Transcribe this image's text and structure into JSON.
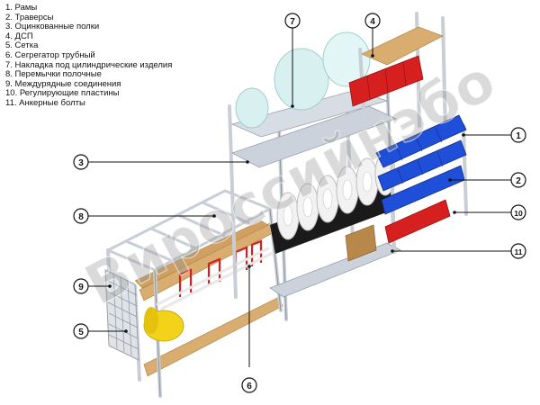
{
  "legend": {
    "items": [
      "1. Рамы",
      "2. Траверсы",
      "3. Оцинкованные полки",
      "4. ДСП",
      "5. Сетка",
      "6. Сегрегатор трубный",
      "7. Накладка под цилиндрические изделия",
      "8. Перемычки полочные",
      "9. Междурядные соединения",
      "10. Регулирующие пластины",
      "11. Анкерные болты"
    ]
  },
  "callouts": {
    "c1": "1",
    "c2": "2",
    "c3": "3",
    "c4": "4",
    "c5": "5",
    "c6": "6",
    "c7": "7",
    "c8": "8",
    "c9": "9",
    "c10": "10",
    "c11": "11"
  },
  "watermark": {
    "text": "Вироссийнэбо"
  },
  "colors": {
    "frame": "#c9ced6",
    "frame_dark": "#8e959f",
    "wood": "#d8ad6f",
    "galvanized": "#b9c0c9",
    "blue_bins": "#1f4ed8",
    "red_bins": "#d61f1f",
    "yellow_roll": "#f3d21a",
    "cyan_rolls": "#d8f1f0",
    "white_rolls": "#f2f2f2",
    "black_base": "#1a1a1a",
    "box": "#b8874a"
  }
}
